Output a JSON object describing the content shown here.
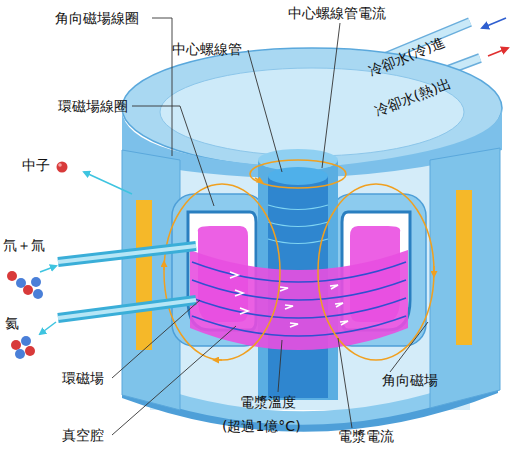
{
  "diagram": {
    "labels": [
      "角向磁場線圈",
      "中心螺線管",
      "中心螺線管電流",
      "冷卻水(冷)進",
      "冷卻水(熱)出",
      "環磁場線圈",
      "中子",
      "氘＋氚",
      "氦",
      "環磁場",
      "真空腔",
      "電漿溫度",
      "(超過1億°C)",
      "電漿電流",
      "角向磁場"
    ]
  }
}
